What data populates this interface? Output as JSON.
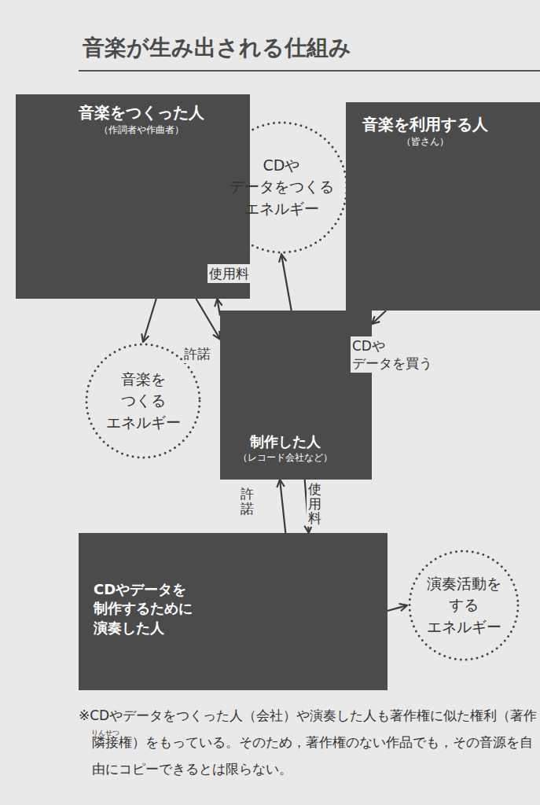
{
  "diagram": {
    "title": "音楽が生み出される仕組み",
    "nodes": [
      {
        "text": [
          "音楽をつくった人",
          "（作詞者や作曲者）"
        ]
      },
      {
        "text": [
          "CDや データをつくる エネルギー"
        ]
      },
      {
        "text": [
          "音楽を利用する人",
          "（皆さん）"
        ]
      },
      {
        "text": [
          "音楽を つくる エネルギー"
        ]
      },
      {
        "text": [
          "制作した人",
          "（レコード会社など）"
        ]
      },
      {
        "text": [
          "CDやデータを 制作するために 演奏した人"
        ]
      },
      {
        "text": [
          "演奏活動を する エネルギー"
        ]
      }
    ],
    "edges": [
      {
        "from": 0,
        "to": 3,
        "arrow": "to"
      },
      {
        "from": 4,
        "to": 0,
        "label": "使用料",
        "arrow": "to"
      },
      {
        "from": 0,
        "to": 4,
        "label": "許諾",
        "arrow": "to"
      },
      {
        "from": 2,
        "to": 4,
        "label": "CDや データを買う",
        "arrow": "to"
      },
      {
        "from": 4,
        "to": 1,
        "arrow": "to"
      },
      {
        "from": 5,
        "to": 4,
        "label": "許諾",
        "arrow": "to"
      },
      {
        "from": 4,
        "to": 5,
        "label": "使用料",
        "arrow": "to"
      },
      {
        "from": 5,
        "to": 6,
        "arrow": "to"
      }
    ],
    "labels": [
      "※CDやデータをつくった人（会社）や演奏した人も著作権に似た権利（著作隣接権）をもっている。そのため，著作権のない作品でも，その音源を自由にコピーできるとは限らない。",
      "りんせつ"
    ]
  }
}
